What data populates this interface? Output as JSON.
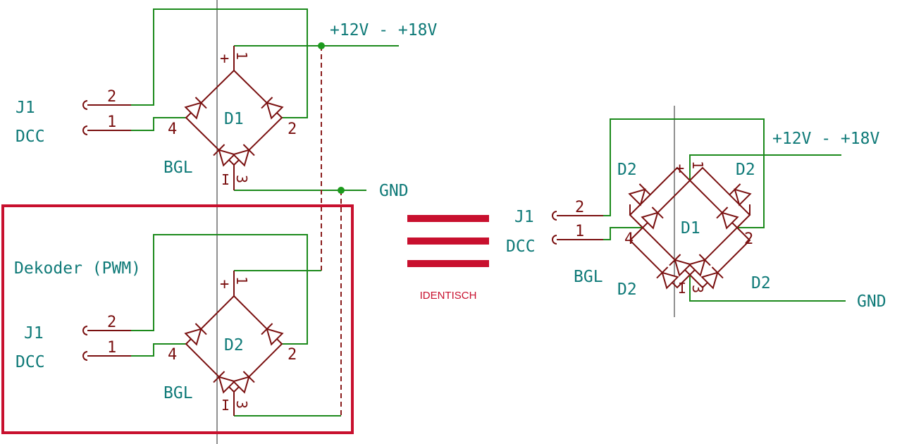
{
  "left": {
    "top": {
      "connector_ref": "J1",
      "connector_value": "DCC",
      "connector_pins": [
        "2",
        "1"
      ],
      "bridge_ref": "D1",
      "bridge_value": "BGL",
      "bridge_pins": {
        "p1": "1",
        "p2": "2",
        "p3": "3",
        "p4": "4"
      },
      "plus_mark": "+",
      "minus_mark": "I",
      "supply_label": "+12V - +18V",
      "gnd_label": "GND"
    },
    "bottom": {
      "box_title": "Dekoder (PWM)",
      "connector_ref": "J1",
      "connector_value": "DCC",
      "connector_pins": [
        "2",
        "1"
      ],
      "bridge_ref": "D2",
      "bridge_value": "BGL",
      "bridge_pins": {
        "p1": "1",
        "p2": "2",
        "p3": "3",
        "p4": "4"
      },
      "plus_mark": "+",
      "minus_mark": "I"
    }
  },
  "middle": {
    "identical_label": "IDENTISCH"
  },
  "right": {
    "connector_ref": "J1",
    "connector_value": "DCC",
    "connector_pins": [
      "2",
      "1"
    ],
    "bridge_ref": "D1",
    "bridge_value": "BGL",
    "bridge_pins": {
      "p1": "1",
      "p2": "2",
      "p3": "3",
      "p4": "4"
    },
    "parallel_ref": "D2",
    "plus_mark": "+",
    "minus_mark": "I",
    "supply_label": "+12V - +18V",
    "gnd_label": "GND"
  },
  "colors": {
    "wire": "#1c8a1c",
    "component": "#7a1010",
    "label": "#0f7a78",
    "highlight": "#c8102e"
  }
}
